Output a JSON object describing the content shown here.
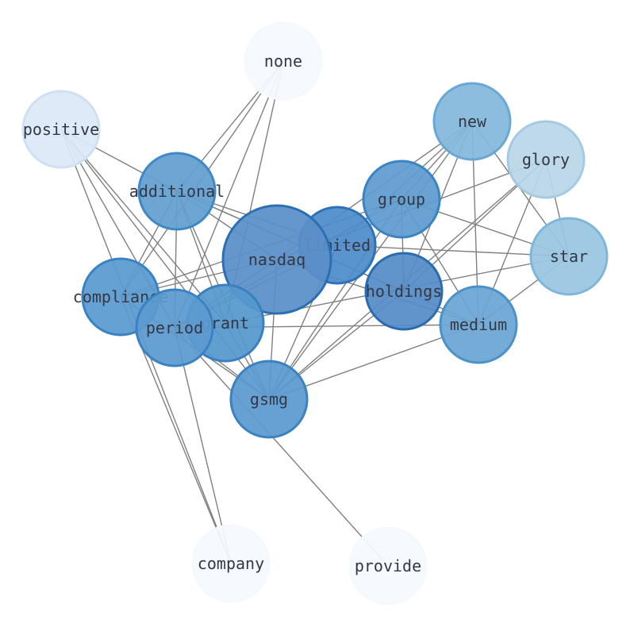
{
  "graph": {
    "edge_color": "#808080",
    "nodes": [
      {
        "id": "none",
        "label": "none",
        "color": "#f5f9fe",
        "stroke": "#f5f9fe"
      },
      {
        "id": "positive",
        "label": "positive",
        "color": "#dbe8f6",
        "stroke": "#cfe0f2"
      },
      {
        "id": "new",
        "label": "new",
        "color": "#84b8dc",
        "stroke": "#69a8d6"
      },
      {
        "id": "glory",
        "label": "glory",
        "color": "#b9d6e8",
        "stroke": "#a5cae2"
      },
      {
        "id": "additional",
        "label": "additional",
        "color": "#629fd0",
        "stroke": "#3f88c6"
      },
      {
        "id": "group",
        "label": "group",
        "color": "#5f9cd0",
        "stroke": "#3b84c4"
      },
      {
        "id": "limited",
        "label": "limited",
        "color": "#4d8cca",
        "stroke": "#2e72b8"
      },
      {
        "id": "star",
        "label": "star",
        "color": "#99c6e2",
        "stroke": "#7fb6da"
      },
      {
        "id": "nasdaq",
        "label": "nasdaq",
        "color": "#5a8fc8",
        "stroke": "#2c6fb2"
      },
      {
        "id": "holdings",
        "label": "holdings",
        "color": "#548cc6",
        "stroke": "#2a6cb0"
      },
      {
        "id": "compliance",
        "label": "compliance",
        "color": "#5a9ad0",
        "stroke": "#3a82c2"
      },
      {
        "id": "medium",
        "label": "medium",
        "color": "#6aa6d4",
        "stroke": "#4b92c8"
      },
      {
        "id": "grant",
        "label": "grant",
        "color": "#5598ce",
        "stroke": "#3a80c0"
      },
      {
        "id": "period",
        "label": "period",
        "color": "#5b9ad0",
        "stroke": "#3a82c2"
      },
      {
        "id": "gsmg",
        "label": "gsmg",
        "color": "#5b9ad0",
        "stroke": "#3a82c2"
      },
      {
        "id": "company",
        "label": "company",
        "color": "#f5f9fe",
        "stroke": "#f5f9fe"
      },
      {
        "id": "provide",
        "label": "provide",
        "color": "#f5f9fe",
        "stroke": "#f5f9fe"
      }
    ],
    "edges": [
      [
        "none",
        "additional"
      ],
      [
        "none",
        "compliance"
      ],
      [
        "none",
        "period"
      ],
      [
        "none",
        "grant"
      ],
      [
        "positive",
        "additional"
      ],
      [
        "positive",
        "grant"
      ],
      [
        "positive",
        "period"
      ],
      [
        "positive",
        "gsmg"
      ],
      [
        "positive",
        "company"
      ],
      [
        "new",
        "group"
      ],
      [
        "new",
        "limited"
      ],
      [
        "new",
        "nasdaq"
      ],
      [
        "new",
        "holdings"
      ],
      [
        "new",
        "medium"
      ],
      [
        "new",
        "star"
      ],
      [
        "new",
        "gsmg"
      ],
      [
        "glory",
        "nasdaq"
      ],
      [
        "glory",
        "holdings"
      ],
      [
        "glory",
        "medium"
      ],
      [
        "glory",
        "star"
      ],
      [
        "glory",
        "gsmg"
      ],
      [
        "additional",
        "nasdaq"
      ],
      [
        "additional",
        "limited"
      ],
      [
        "additional",
        "holdings"
      ],
      [
        "additional",
        "medium"
      ],
      [
        "additional",
        "compliance"
      ],
      [
        "additional",
        "period"
      ],
      [
        "additional",
        "grant"
      ],
      [
        "additional",
        "gsmg"
      ],
      [
        "group",
        "compliance"
      ],
      [
        "group",
        "period"
      ],
      [
        "group",
        "holdings"
      ],
      [
        "group",
        "star"
      ],
      [
        "group",
        "medium"
      ],
      [
        "group",
        "gsmg"
      ],
      [
        "limited",
        "star"
      ],
      [
        "limited",
        "gsmg"
      ],
      [
        "limited",
        "period"
      ],
      [
        "star",
        "grant"
      ],
      [
        "star",
        "medium"
      ],
      [
        "nasdaq",
        "compliance"
      ],
      [
        "nasdaq",
        "gsmg"
      ],
      [
        "nasdaq",
        "period"
      ],
      [
        "nasdaq",
        "medium"
      ],
      [
        "holdings",
        "gsmg"
      ],
      [
        "compliance",
        "gsmg"
      ],
      [
        "compliance",
        "company"
      ],
      [
        "medium",
        "gsmg"
      ],
      [
        "medium",
        "period"
      ],
      [
        "grant",
        "gsmg"
      ],
      [
        "period",
        "company"
      ],
      [
        "period",
        "provide"
      ],
      [
        "period",
        "gsmg"
      ]
    ]
  }
}
